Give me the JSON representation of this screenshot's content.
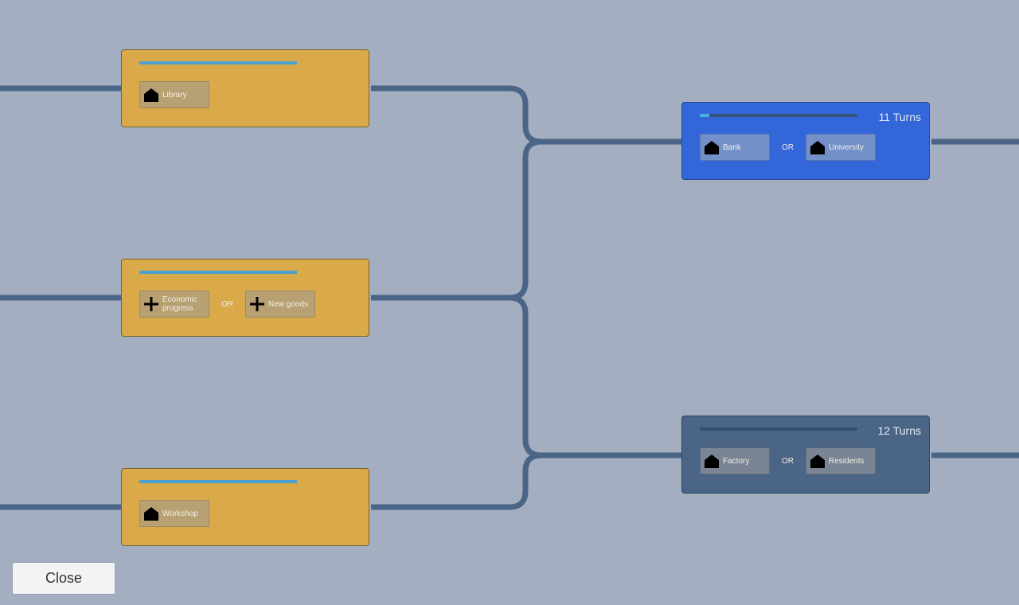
{
  "nodes": [
    {
      "id": "library",
      "state": "done",
      "progress": 1.0,
      "turns": "",
      "options": [
        {
          "label": "Library",
          "icon": "house-icon"
        }
      ]
    },
    {
      "id": "economy",
      "state": "done",
      "progress": 1.0,
      "turns": "",
      "options": [
        {
          "label": "Economic progress",
          "icon": "plus-icon"
        },
        {
          "label": "New goods",
          "icon": "plus-icon"
        }
      ]
    },
    {
      "id": "workshop",
      "state": "done",
      "progress": 1.0,
      "turns": "",
      "options": [
        {
          "label": "Workshop",
          "icon": "house-icon"
        }
      ]
    },
    {
      "id": "bank",
      "state": "active",
      "progress": 0.06,
      "turns": "11 Turns",
      "options": [
        {
          "label": "Bank",
          "icon": "house-icon"
        },
        {
          "label": "University",
          "icon": "house-icon"
        }
      ]
    },
    {
      "id": "factory",
      "state": "locked",
      "progress": 0.0,
      "turns": "12 Turns",
      "options": [
        {
          "label": "Factory",
          "icon": "house-icon"
        },
        {
          "label": "Residents",
          "icon": "house-icon"
        }
      ]
    }
  ],
  "or_label": "OR",
  "close_label": "Close",
  "colors": {
    "connector": "#4a6586",
    "done": "#d9a94a",
    "active": "#3366d9",
    "locked": "#4a6586"
  }
}
